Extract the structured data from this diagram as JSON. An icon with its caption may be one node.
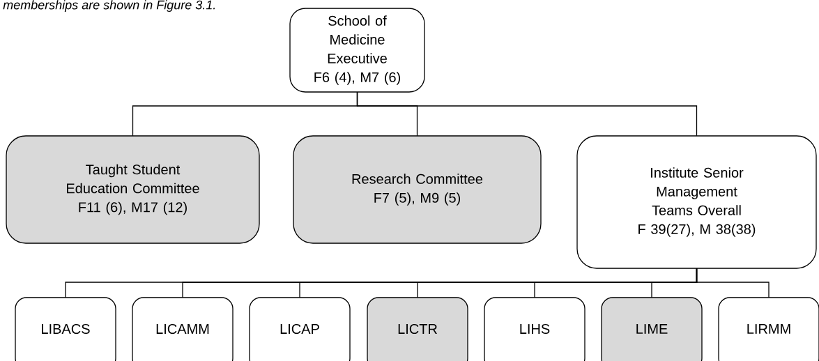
{
  "diagram": {
    "nodes": [
      {
        "text": [
          "School of Medicine Executive",
          "F6 (4), M7 (6)"
        ]
      },
      {
        "text": [
          "Taught Student Education Committee",
          "F11 (6), M17 (12)"
        ]
      },
      {
        "text": [
          "Research Committee",
          "F7 (5), M9 (5)"
        ]
      },
      {
        "text": [
          "Institute Senior Management Teams Overall",
          "F 39(27), M 38(38)"
        ]
      },
      {
        "text": [
          "LIBACS"
        ]
      },
      {
        "text": [
          "LICAMM"
        ]
      },
      {
        "text": [
          "LICAP"
        ]
      },
      {
        "text": [
          "LICTR"
        ]
      },
      {
        "text": [
          "LIHS"
        ]
      },
      {
        "text": [
          "LIME"
        ]
      },
      {
        "text": [
          "LIRMM"
        ]
      }
    ],
    "edges": [
      {
        "from": 0,
        "to": 1,
        "arrow": "none"
      },
      {
        "from": 0,
        "to": 2,
        "arrow": "none"
      },
      {
        "from": 0,
        "to": 3,
        "arrow": "none"
      },
      {
        "from": 3,
        "to": 4,
        "arrow": "none"
      },
      {
        "from": 3,
        "to": 5,
        "arrow": "none"
      },
      {
        "from": 3,
        "to": 6,
        "arrow": "none"
      },
      {
        "from": 3,
        "to": 7,
        "arrow": "none"
      },
      {
        "from": 3,
        "to": 8,
        "arrow": "none"
      },
      {
        "from": 3,
        "to": 9,
        "arrow": "none"
      },
      {
        "from": 3,
        "to": 10,
        "arrow": "none"
      }
    ],
    "labels": [
      "memberships are shown in Figure 3.1."
    ]
  }
}
